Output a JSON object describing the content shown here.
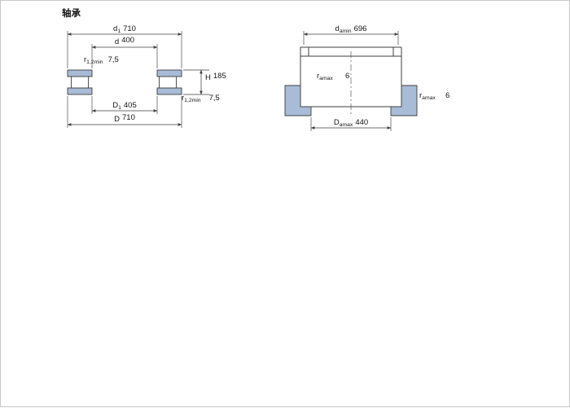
{
  "title": "轴承",
  "colors": {
    "hatch_fill": "#a8bcd7",
    "line": "#3f3f3f"
  },
  "left_view": {
    "d1": {
      "symbol": "d",
      "sub": "1",
      "value": "710"
    },
    "d": {
      "symbol": "d",
      "sub": "",
      "value": "400"
    },
    "r_top": {
      "symbol": "r",
      "sub": "1,2min",
      "value": "7,5"
    },
    "H": {
      "symbol": "H",
      "sub": "",
      "value": "185"
    },
    "r_bottom": {
      "symbol": "r",
      "sub": "1,2min",
      "value": "7,5"
    },
    "D1": {
      "symbol": "D",
      "sub": "1",
      "value": "405"
    },
    "D": {
      "symbol": "D",
      "sub": "",
      "value": "710"
    }
  },
  "right_view": {
    "d_amin": {
      "symbol": "d",
      "sub": "amin",
      "value": "696"
    },
    "r_inner": {
      "symbol": "r",
      "sub": "amax",
      "value": "6"
    },
    "r_outer": {
      "symbol": "r",
      "sub": "amax",
      "value": "6"
    },
    "D_amax": {
      "symbol": "D",
      "sub": "amax",
      "value": "440"
    }
  }
}
